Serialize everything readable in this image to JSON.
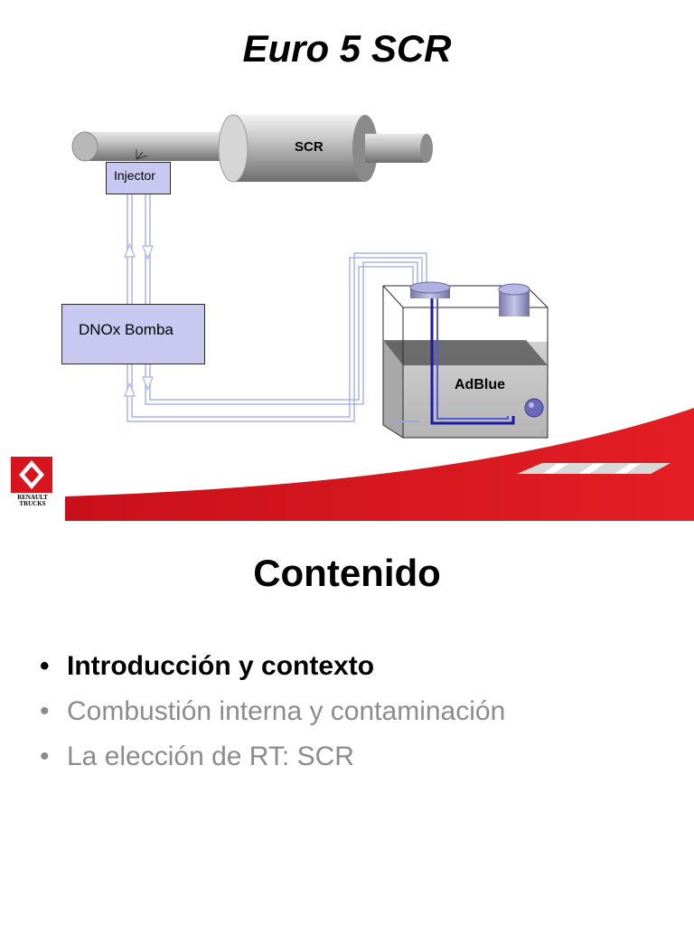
{
  "slide1": {
    "title": "Euro 5 SCR",
    "diagram": {
      "scr_label": "SCR",
      "injector_label": "Injector",
      "pump_label": "DNOx Bomba",
      "tank_label": "AdBlue"
    },
    "logo": {
      "brand_line1": "RENAULT",
      "brand_line2": "TRUCKS"
    },
    "colors": {
      "accent_red": "#d8141e",
      "box_fill": "#c8c8f0",
      "pipe_blue": "#1a1aa8"
    }
  },
  "slide2": {
    "title": "Contenido",
    "bullets": [
      {
        "text": "Introducción y contexto",
        "state": "active"
      },
      {
        "text": "Combustión interna y contaminación",
        "state": "dim"
      },
      {
        "text": "La elección de RT: SCR",
        "state": "dim"
      }
    ],
    "bullet_glyph": "•"
  }
}
